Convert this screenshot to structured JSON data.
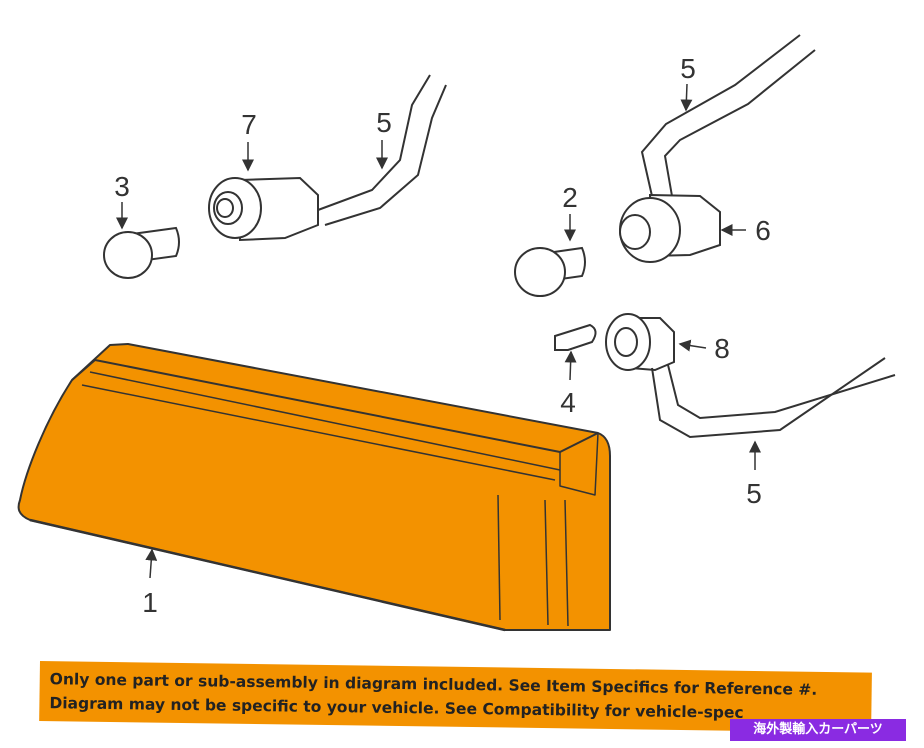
{
  "callouts": {
    "c1": "1",
    "c2": "2",
    "c3": "3",
    "c4": "4",
    "c5a": "5",
    "c5b": "5",
    "c5c": "5",
    "c6": "6",
    "c7": "7",
    "c8": "8"
  },
  "notice": {
    "line1": "Only one part or sub-assembly in diagram included. See Item Specifics for Reference #.",
    "line2": "Diagram may not be specific to your vehicle. See Compatibility for vehicle-spec"
  },
  "badge": {
    "label": "海外製輸入カーパーツ"
  },
  "colors": {
    "lamp_fill": "#f39200",
    "line": "#333333",
    "badge_bg": "#8a2be2"
  }
}
